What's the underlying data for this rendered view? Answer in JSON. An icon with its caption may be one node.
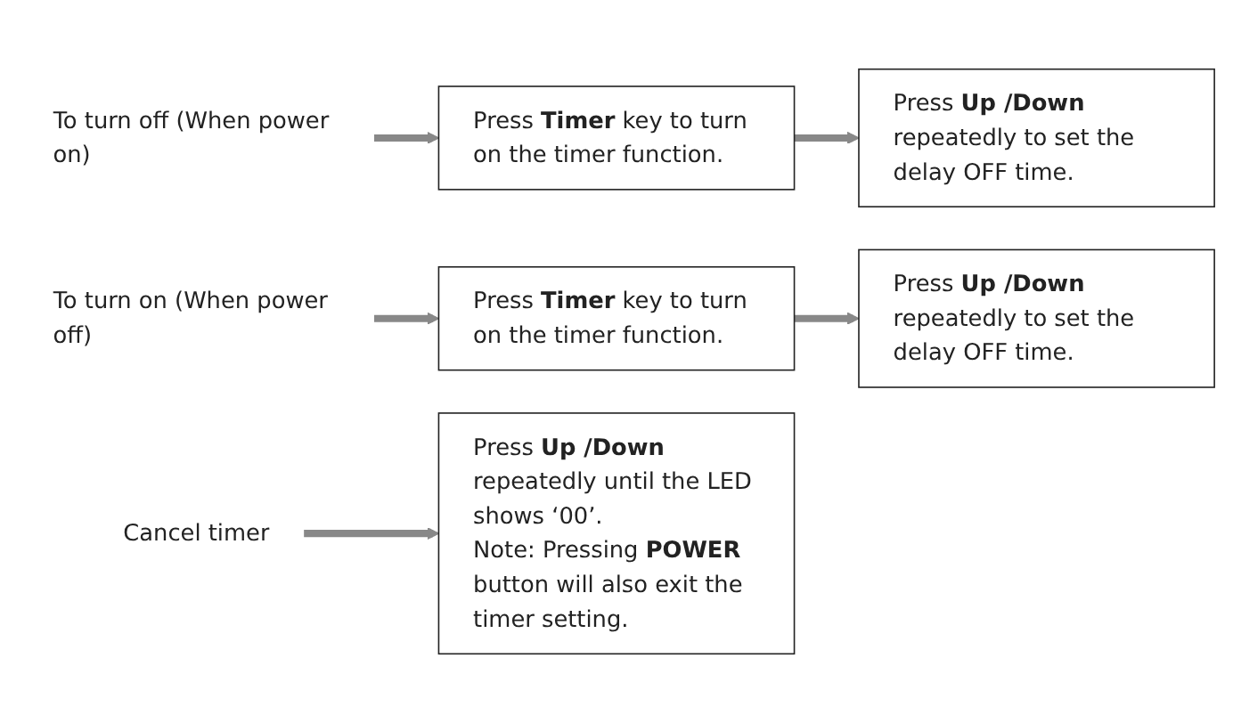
{
  "diagram": {
    "nodes": [
      {
        "text": [
          "To turn off (When power on)"
        ]
      },
      {
        "text": [
          "Press **Timer** key to turn on the timer function."
        ]
      },
      {
        "text": [
          "Press **Up /Down** repeatedly to set the delay OFF time."
        ]
      },
      {
        "text": [
          "To turn on (When power off)"
        ]
      },
      {
        "text": [
          "Press **Timer** key to turn on the timer function."
        ]
      },
      {
        "text": [
          "Press **Up /Down** repeatedly to set the delay OFF time."
        ]
      },
      {
        "text": [
          "Cancel timer"
        ]
      },
      {
        "text": [
          "Press **Up /Down** repeatedly until the LED shows ‘00’.",
          "Note: Pressing **POWER** button will also exit the timer setting."
        ]
      }
    ],
    "edges": [
      {
        "from": 0,
        "to": 1,
        "arrow": "to"
      },
      {
        "from": 1,
        "to": 2,
        "arrow": "to"
      },
      {
        "from": 3,
        "to": 4,
        "arrow": "to"
      },
      {
        "from": 4,
        "to": 5,
        "arrow": "to"
      },
      {
        "from": 6,
        "to": 7,
        "arrow": "to"
      }
    ]
  }
}
